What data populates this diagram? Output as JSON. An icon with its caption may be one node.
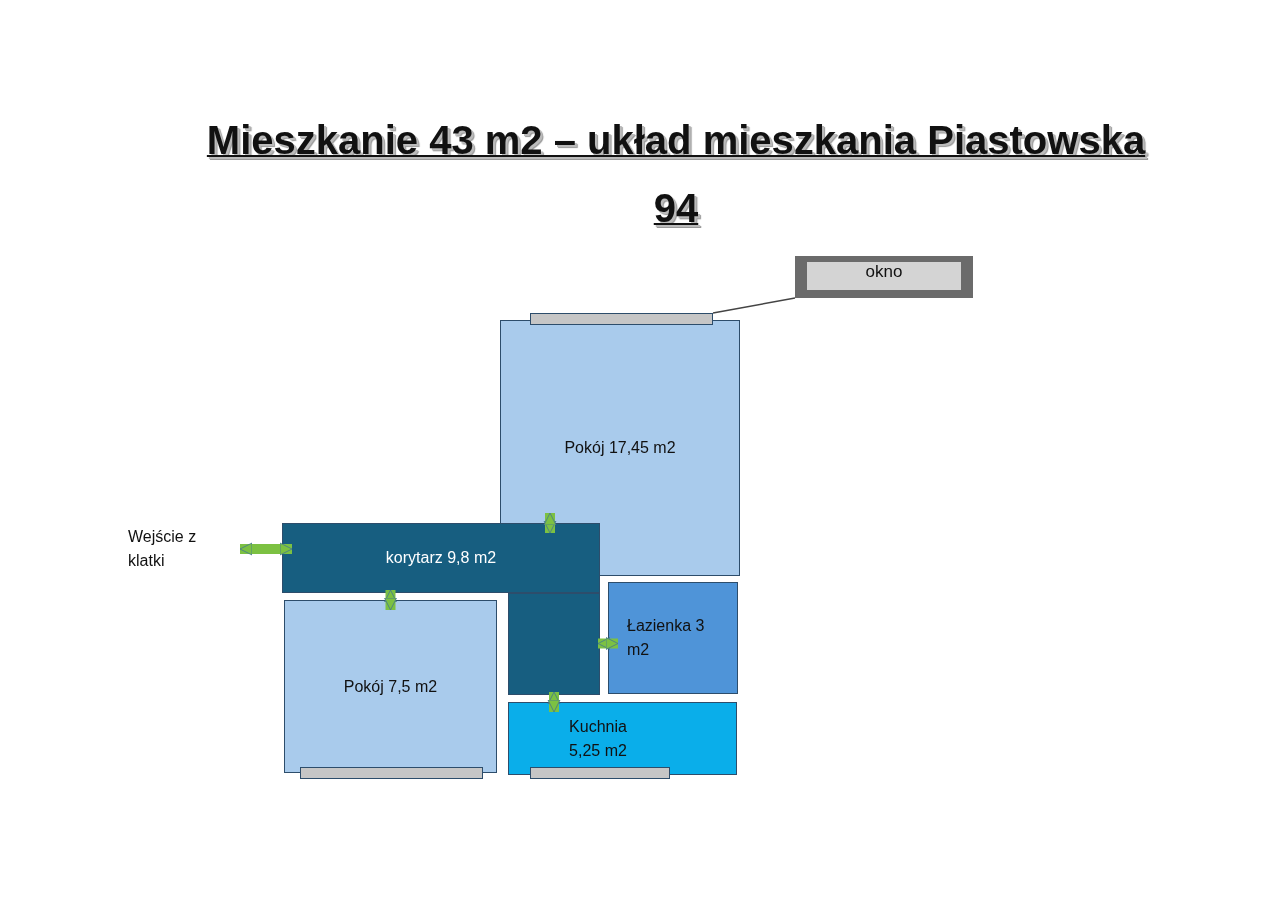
{
  "diagram": {
    "title": "Mieszkanie 43 m2 – układ mieszkania Piastowska 94",
    "nodes": [
      {
        "text": [
          "Pokój 17,45 m2"
        ]
      },
      {
        "text": [
          "korytarz 9,8 m2"
        ]
      },
      {
        "text": [],
        "shape": "box"
      },
      {
        "text": [
          "Łazienka 3 m2"
        ]
      },
      {
        "text": [
          "Pokój 7,5 m2"
        ]
      },
      {
        "text": [
          "Kuchnia 5,25 m2"
        ]
      },
      {
        "text": [
          "Wejście z klatki"
        ]
      },
      {
        "text": [
          "okno"
        ]
      },
      {
        "text": [],
        "shape": "bar"
      },
      {
        "text": [],
        "shape": "bar"
      },
      {
        "text": [],
        "shape": "bar"
      }
    ],
    "edges": [
      {
        "from": 6,
        "to": 1,
        "arrow": "both"
      },
      {
        "from": 1,
        "to": 0,
        "arrow": "both"
      },
      {
        "from": 1,
        "to": 4,
        "arrow": "both"
      },
      {
        "from": 2,
        "to": 3,
        "arrow": "both"
      },
      {
        "from": 2,
        "to": 5,
        "arrow": "both"
      },
      {
        "from": 7,
        "to": 8,
        "arrow": "none",
        "color": "#444444"
      }
    ]
  }
}
